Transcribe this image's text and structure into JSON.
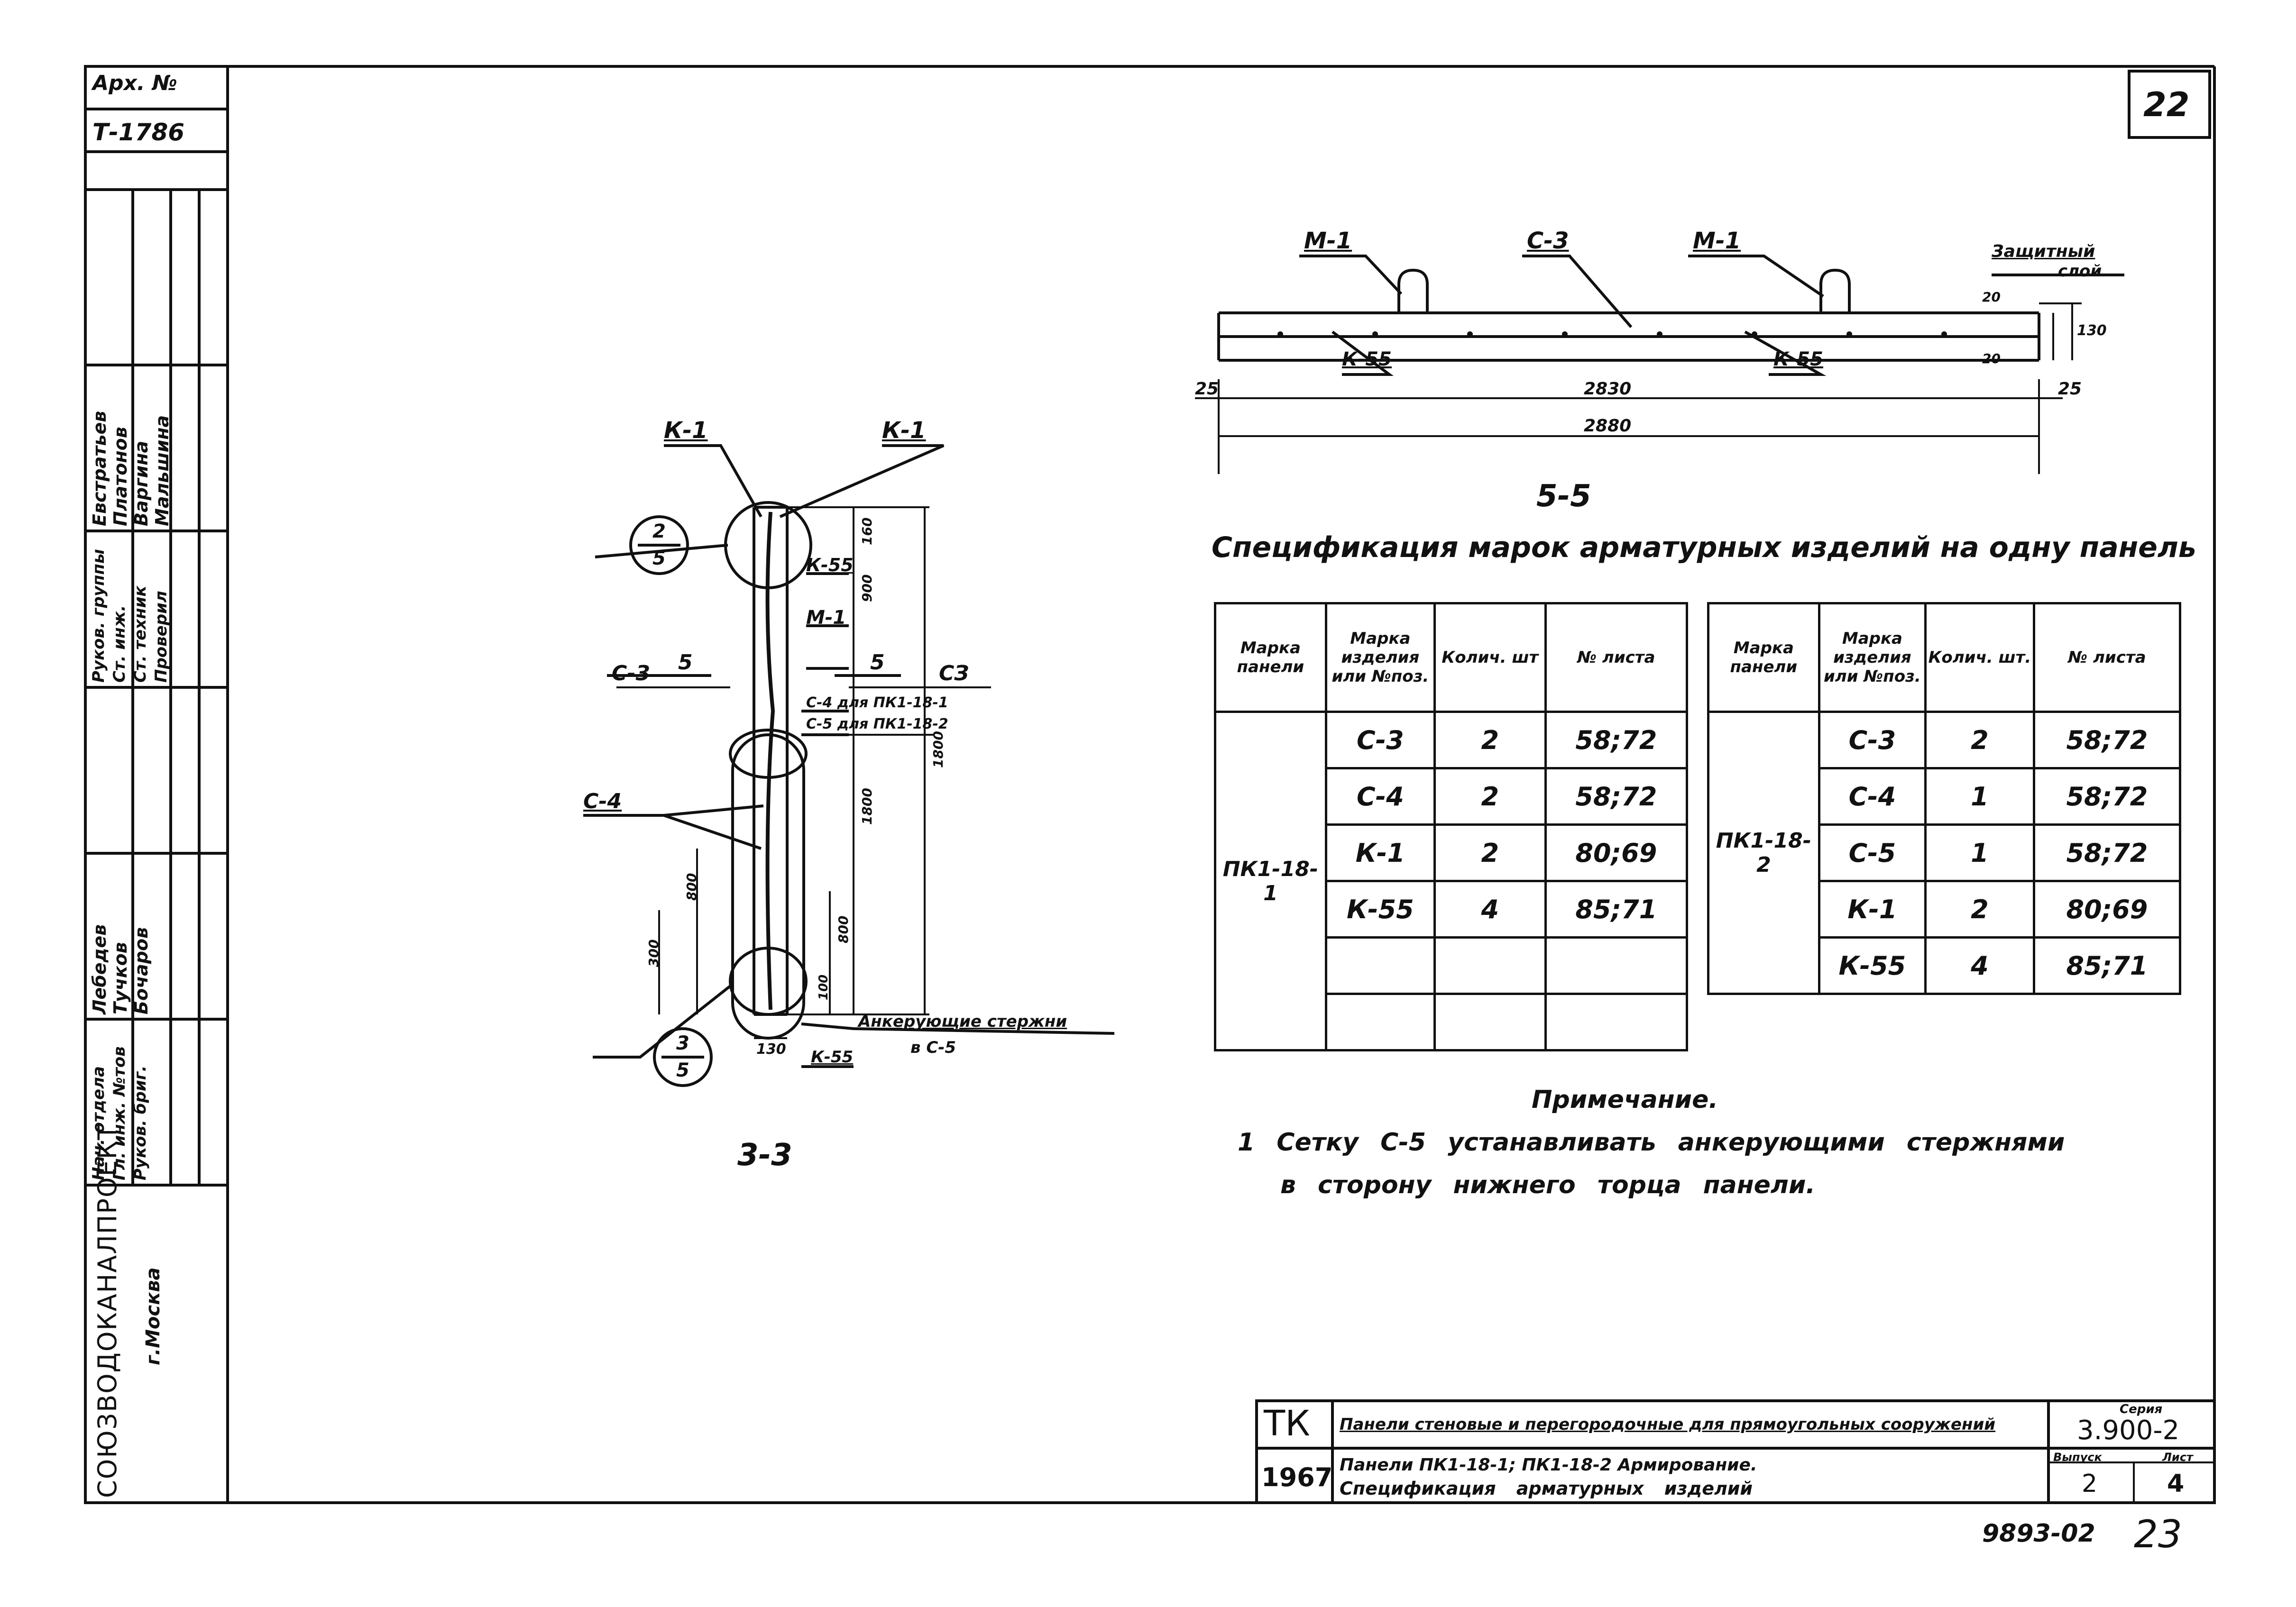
{
  "sheet": {
    "corner_number": "22",
    "archive_label": "Арх. №",
    "archive_number": "Т-1786",
    "bottom_number": "9893-02",
    "bottom_page": "23"
  },
  "side_block": {
    "org_name": "СОЮЗВОДОКАНАЛПРОЕКТ",
    "city": "г.Москва",
    "roles": [
      "Нач. отдела",
      "Гл. инж. №тов",
      "Руков. бриг."
    ],
    "names_1": [
      "Лебедев",
      "Тучков",
      "Бочаров"
    ],
    "roles_2": [
      "Руков. группы",
      "Ст. инж.",
      "Ст. техник",
      "Проверил"
    ],
    "names_2": [
      "Евстратьев",
      "Платонов",
      "Варгина",
      "Мальшина"
    ]
  },
  "section_55": {
    "label": "5-5",
    "m1_left": "М-1",
    "c3": "С-3",
    "m1_right": "М-1",
    "protect_1": "Защитный",
    "protect_2": "слой",
    "k55_left": "К-55",
    "k55_right": "К-55",
    "dim_2830": "2830",
    "dim_2880": "2880",
    "dim_25_left": "25",
    "dim_25_right": "25",
    "dim_20_top": "20",
    "dim_20_bottom": "20",
    "dim_130": "130"
  },
  "section_33": {
    "label": "3-3",
    "k1_left": "К-1",
    "k1_right": "К-1",
    "circle_top_num": "2",
    "circle_top_den": "5",
    "k55_top": "К-55",
    "m1": "М-1",
    "cut_left": "5",
    "cut_right": "5",
    "c3": "С-3",
    "c3_mark": "СЗ",
    "c4_line": "С-4 для ПК1-18-1",
    "c5_line": "С-5 для ПК1-18-2",
    "c4": "С-4",
    "anchor_1": "Анкерующие стержни",
    "anchor_2": "в С-5",
    "k55_bottom": "К-55",
    "circle_bot_num": "3",
    "circle_bot_den": "5",
    "dim_130": "130",
    "dim_160": "160",
    "dim_900": "900",
    "dim_1800": "1800",
    "dim_1800_tot": "1800",
    "dim_800_l": "800",
    "dim_800_r": "800",
    "dim_300": "300",
    "dim_100": "100"
  },
  "spec_title": "Спецификация марок арматурных изделий на одну панель",
  "table_left": {
    "headers": [
      "Марка панели",
      "Марка изделия или №поз.",
      "Колич. шт",
      "№ листа"
    ],
    "panel": "ПК1-18-1",
    "rows": [
      [
        "С-3",
        "2",
        "58;72"
      ],
      [
        "С-4",
        "2",
        "58;72"
      ],
      [
        "К-1",
        "2",
        "80;69"
      ],
      [
        "К-55",
        "4",
        "85;71"
      ],
      [
        "",
        "",
        ""
      ],
      [
        "",
        "",
        ""
      ]
    ]
  },
  "table_right": {
    "headers": [
      "Марка панели",
      "Марка изделия или №поз.",
      "Колич. шт.",
      "№ листа"
    ],
    "panel": "ПК1-18-2",
    "rows": [
      [
        "С-3",
        "2",
        "58;72"
      ],
      [
        "С-4",
        "1",
        "58;72"
      ],
      [
        "С-5",
        "1",
        "58;72"
      ],
      [
        "К-1",
        "2",
        "80;69"
      ],
      [
        "К-55",
        "4",
        "85;71"
      ]
    ]
  },
  "note": {
    "title": "Примечание.",
    "line1": "1 Сетку С-5 устанавливать анкерующими стержнями",
    "line2": "в сторону нижнего торца панели."
  },
  "stamp": {
    "tk": "ТК",
    "year": "1967",
    "title": "Панели стеновые и перегородочные для прямоугольных сооружений",
    "subtitle1": "Панели ПК1-18-1; ПК1-18-2 Армирование.",
    "subtitle2": "Спецификация арматурных изделий",
    "series_label": "Серия",
    "series": "3.900-2",
    "issue_label": "Выпуск",
    "issue": "2",
    "sheet_label": "Лист",
    "sheet": "4"
  }
}
